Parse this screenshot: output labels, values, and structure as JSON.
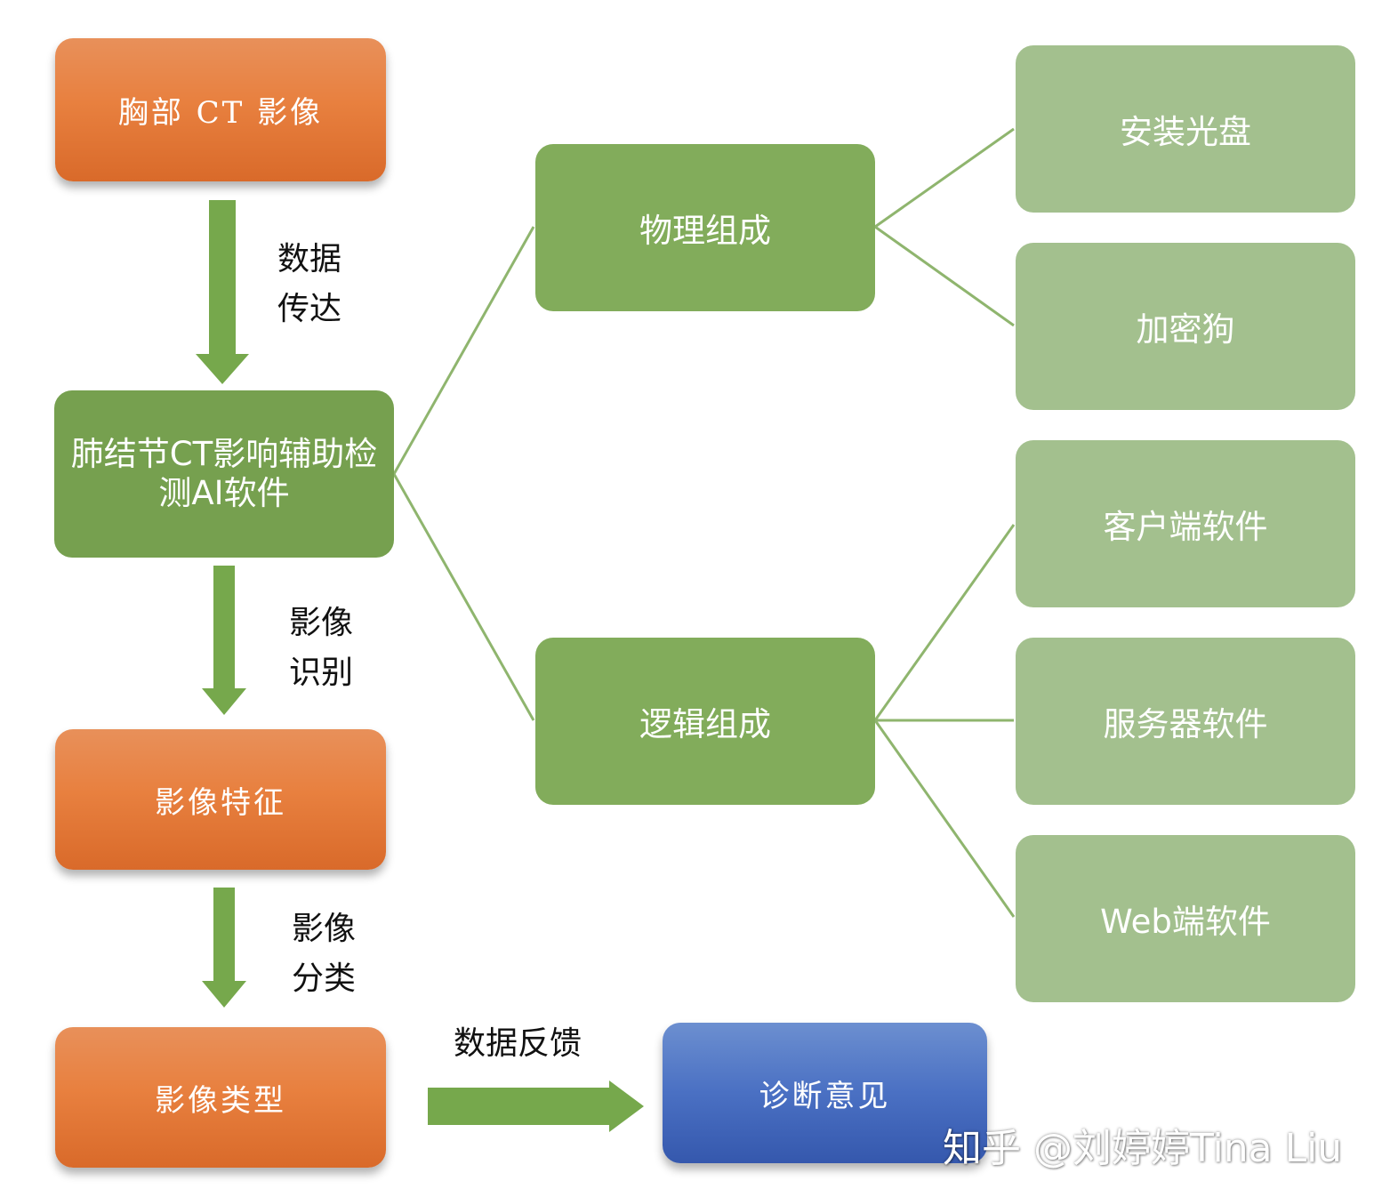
{
  "flow": {
    "input_image": "胸部 CT 影像",
    "software": "肺结节CT影响辅助检测AI软件",
    "features": "影像特征",
    "types": "影像类型",
    "diagnosis": "诊断意见",
    "step_labels": {
      "data_transfer": [
        "数据",
        "传达"
      ],
      "recognition": [
        "影像",
        "识别"
      ],
      "classification": [
        "影像",
        "分类"
      ],
      "feedback": "数据反馈"
    }
  },
  "composition": {
    "physical": {
      "label": "物理组成",
      "children": [
        "安装光盘",
        "加密狗"
      ]
    },
    "logical": {
      "label": "逻辑组成",
      "children": [
        "客户端软件",
        "服务器软件",
        "Web端软件"
      ]
    }
  },
  "watermark": "知乎 @刘婷婷Tina Liu",
  "colors": {
    "orange": "#e8803f",
    "center_green": "#76a04f",
    "mid_green": "#82ac5b",
    "leaf_green": "#a3c08e",
    "arrow_green": "#76a84c",
    "blue": "#4a70c3"
  }
}
